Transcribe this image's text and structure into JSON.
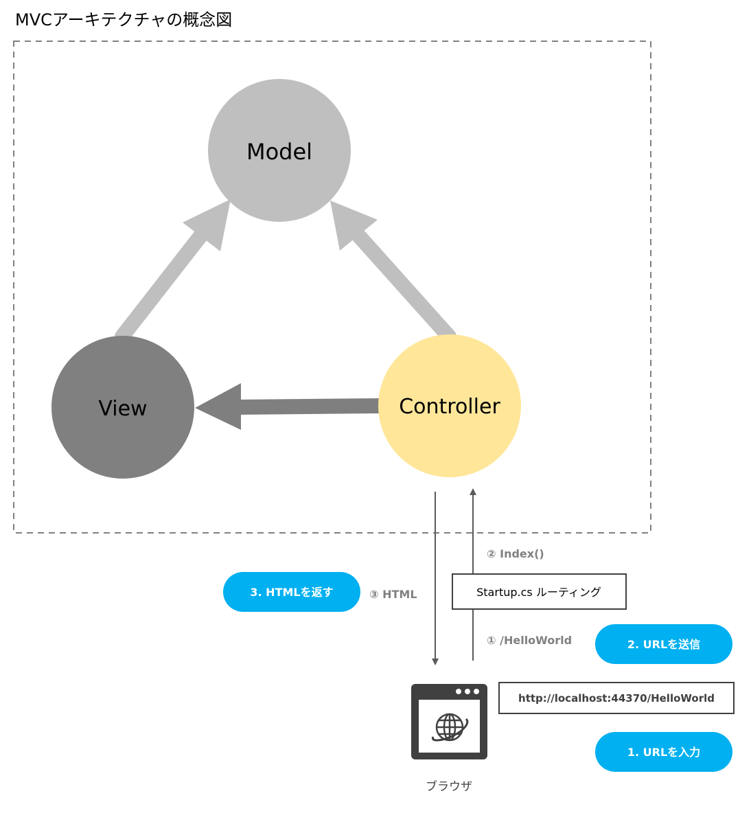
{
  "title": "MVCアーキテクチャの概念図",
  "nodes": {
    "model": "Model",
    "view": "View",
    "controller": "Controller"
  },
  "flow": {
    "step1_path": "① /HelloWorld",
    "step2_action": "② Index()",
    "step3_html": "③ HTML",
    "routing": "Startup.cs ルーティング",
    "url": "http://localhost:44370/HelloWorld",
    "browser_label": "ブラウザ"
  },
  "pills": {
    "input_url": "1. URLを入力",
    "send_url": "2. URLを送信",
    "return_html": "3. HTMLを返す"
  },
  "colors": {
    "model": "#bfbfbf",
    "view": "#808080",
    "controller": "#ffe699",
    "pill": "#00b0f0",
    "arrow_light": "#bfbfbf",
    "arrow_dark": "#7f7f7f"
  },
  "icons": {
    "browser": "browser-globe-icon"
  }
}
